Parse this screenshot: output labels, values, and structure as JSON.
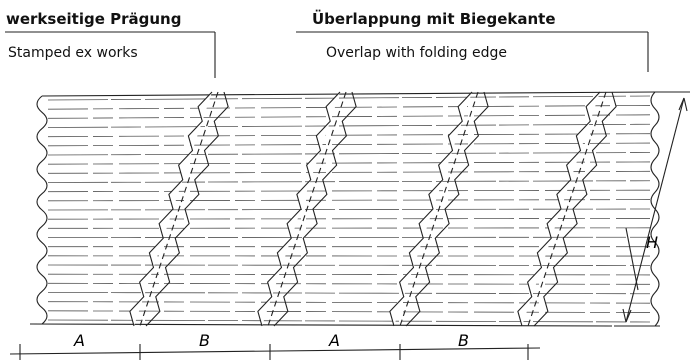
{
  "labels": {
    "stamped_de": "werkseitige Prägung",
    "stamped_en": "Stamped ex works",
    "overlap_de": "Überlappung mit Biegekante",
    "overlap_en": "Overlap with folding edge"
  },
  "dimensions": {
    "height": "H",
    "segments": [
      "A",
      "B",
      "A",
      "B"
    ]
  }
}
